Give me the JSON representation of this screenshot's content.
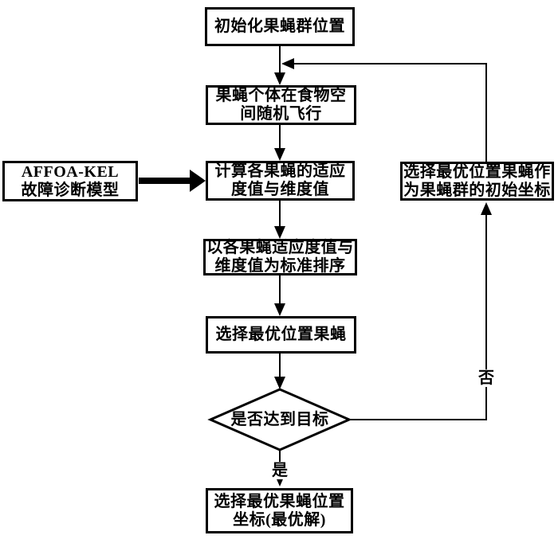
{
  "diagram": {
    "nodes": {
      "init": {
        "line1": "初始化果蝇群位置"
      },
      "fly": {
        "line1": "果蝇个体在食物空",
        "line2": "间随机飞行"
      },
      "model": {
        "line1": "AFFOA-KEL",
        "line2": "故障诊断模型"
      },
      "calc": {
        "line1": "计算各果蝇的适应",
        "line2": "度值与维度值"
      },
      "reinit": {
        "line1": "选择最优位置果蝇作",
        "line2": "为果蝇群的初始坐标"
      },
      "sort": {
        "line1": "以各果蝇适应度值与",
        "line2": "维度值为标准排序"
      },
      "select": {
        "line1": "选择最优位置果蝇"
      },
      "decision": {
        "line1": "是否达到目标"
      },
      "final": {
        "line1": "选择最优果蝇位置",
        "line2": "坐标(最优解)"
      }
    },
    "labels": {
      "yes": "是",
      "no": "否"
    },
    "colors": {
      "line": "#000000",
      "background": "#ffffff",
      "text": "#000000"
    }
  }
}
